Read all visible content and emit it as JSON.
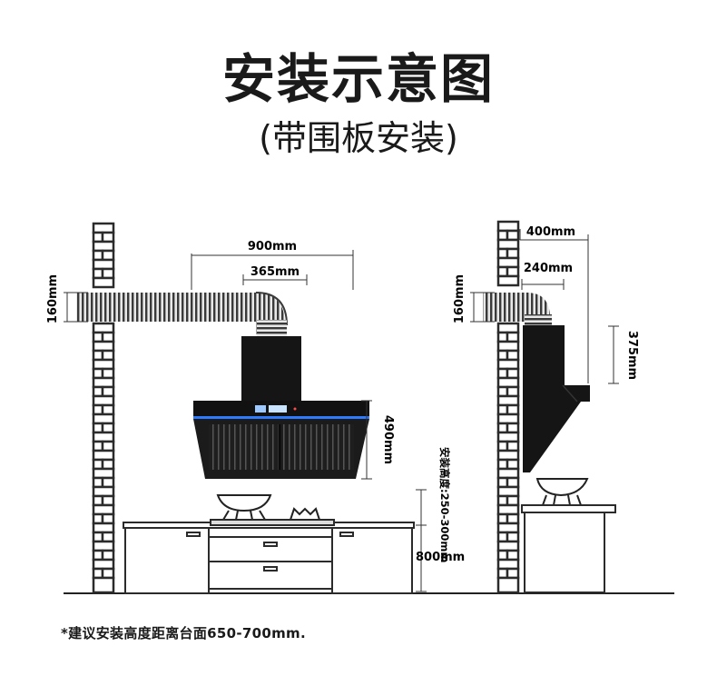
{
  "header": {
    "title": "安装示意图",
    "subtitle": "(带围板安装)"
  },
  "dimensions": {
    "front_hood_width": "900mm",
    "front_pipe_offset": "365mm",
    "front_duct_height": "160mm",
    "front_panel_height": "490mm",
    "install_height": "安装高度:250-300mm",
    "counter_height": "800mm",
    "side_depth": "400mm",
    "side_pipe_offset": "240mm",
    "side_duct_height": "160mm",
    "side_chimney_height": "375mm"
  },
  "footer": {
    "note": "*建议安装高度距离台面650-700mm."
  }
}
